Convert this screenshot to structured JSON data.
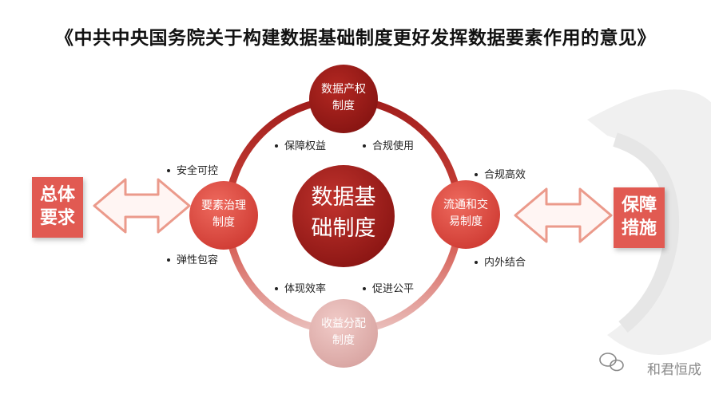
{
  "title": "《中共中央国务院关于构建数据基础制度更好发挥数据要素作用的意见》",
  "center": {
    "line1": "数据基",
    "line2": "础制度"
  },
  "nodes": {
    "top": {
      "line1": "数据产权",
      "line2": "制度"
    },
    "left": {
      "line1": "要素治理",
      "line2": "制度"
    },
    "right": {
      "line1": "流通和交",
      "line2": "易制度"
    },
    "bottom": {
      "line1": "收益分配",
      "line2": "制度"
    }
  },
  "bullets": {
    "top_left": "保障权益",
    "top_right": "合规使用",
    "left_top": "安全可控",
    "left_bottom": "弹性包容",
    "right_top": "合规高效",
    "right_bottom": "内外结合",
    "bottom_left": "体现效率",
    "bottom_right": "促进公平"
  },
  "side_left": {
    "line1": "总体",
    "line2": "要求"
  },
  "side_right": {
    "line1": "保障",
    "line2": "措施"
  },
  "watermark": "和君恒成",
  "colors": {
    "dark_red": "#a11d1b",
    "red": "#d9443c",
    "pink": "#e8b8b6",
    "box": "#e15a52",
    "arrow_stroke": "#eb9a8b"
  }
}
